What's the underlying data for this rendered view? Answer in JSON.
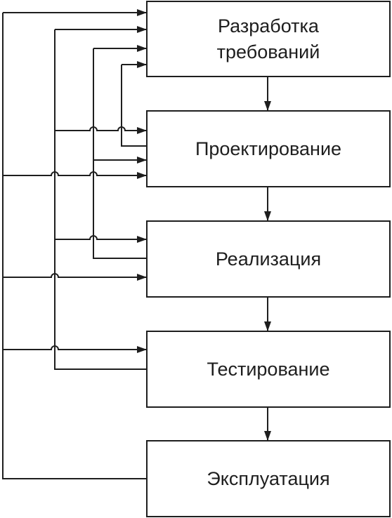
{
  "stages": [
    {
      "id": "requirements",
      "label": "Разработка\nтребований"
    },
    {
      "id": "design",
      "label": "Проектирование"
    },
    {
      "id": "implementation",
      "label": "Реализация"
    },
    {
      "id": "testing",
      "label": "Тестирование"
    },
    {
      "id": "operation",
      "label": "Эксплуатация"
    }
  ],
  "feedback": [
    {
      "from": "design",
      "to": "requirements"
    },
    {
      "from": "implementation",
      "to": "requirements"
    },
    {
      "from": "implementation",
      "to": "design"
    },
    {
      "from": "testing",
      "to": "requirements"
    },
    {
      "from": "testing",
      "to": "design"
    },
    {
      "from": "testing",
      "to": "implementation"
    },
    {
      "from": "operation",
      "to": "requirements"
    },
    {
      "from": "operation",
      "to": "design"
    },
    {
      "from": "operation",
      "to": "implementation"
    },
    {
      "from": "operation",
      "to": "testing"
    }
  ],
  "colors": {
    "line": "#1e1e1e",
    "background": "#ffffff"
  }
}
